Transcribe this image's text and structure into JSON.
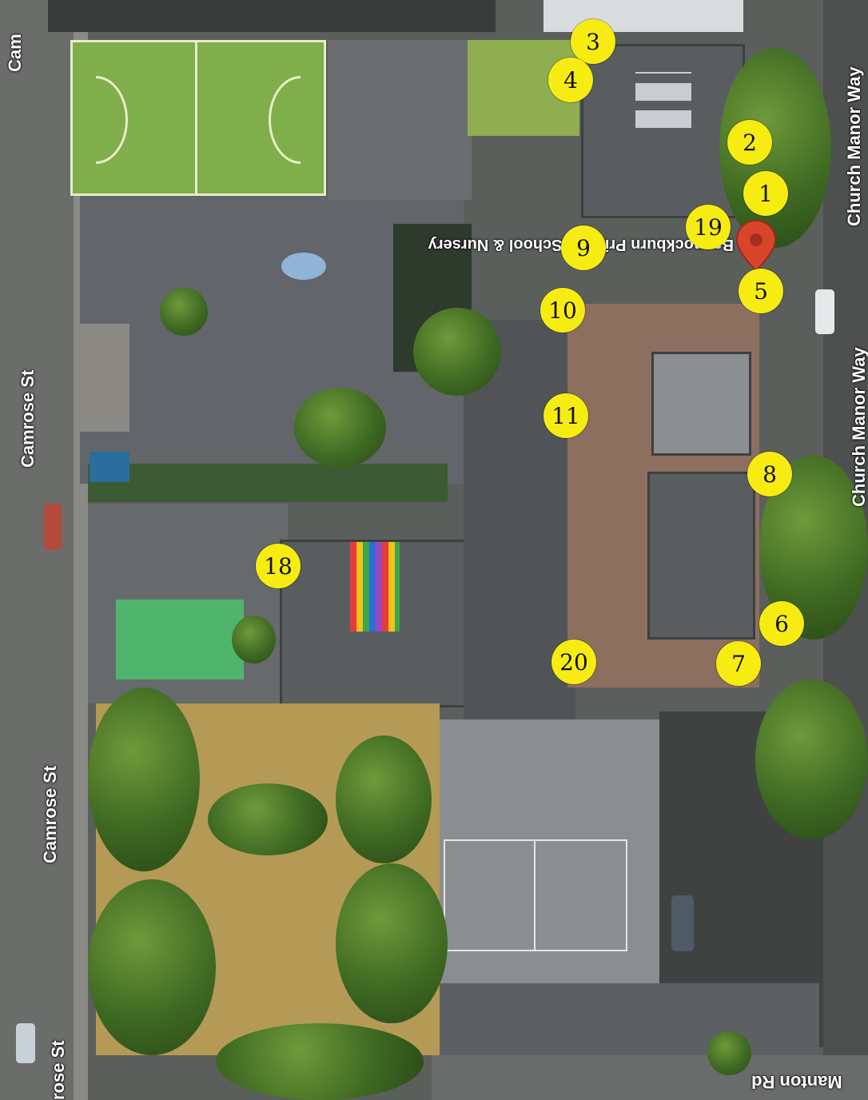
{
  "map": {
    "place_label": "Bannockburn Primary School & Nursery",
    "place_pin_color": "#d9452b",
    "marker_color": "#f7ec12",
    "streets": {
      "left_1": "Camrose St",
      "left_2": "Camrose St",
      "left_3": "rose St",
      "top_left": "Cam",
      "right_1": "Church Manor Way",
      "right_2": "Church Manor Way",
      "bottom": "Manton Rd"
    },
    "markers": [
      {
        "id": "m1",
        "label": "1"
      },
      {
        "id": "m2",
        "label": "2"
      },
      {
        "id": "m3",
        "label": "3"
      },
      {
        "id": "m4",
        "label": "4"
      },
      {
        "id": "m5",
        "label": "5"
      },
      {
        "id": "m6",
        "label": "6"
      },
      {
        "id": "m7",
        "label": "7"
      },
      {
        "id": "m8",
        "label": "8"
      },
      {
        "id": "m9",
        "label": "9"
      },
      {
        "id": "m10",
        "label": "10"
      },
      {
        "id": "m11",
        "label": "11"
      },
      {
        "id": "m18",
        "label": "18"
      },
      {
        "id": "m19",
        "label": "19"
      },
      {
        "id": "m20",
        "label": "20"
      }
    ]
  }
}
